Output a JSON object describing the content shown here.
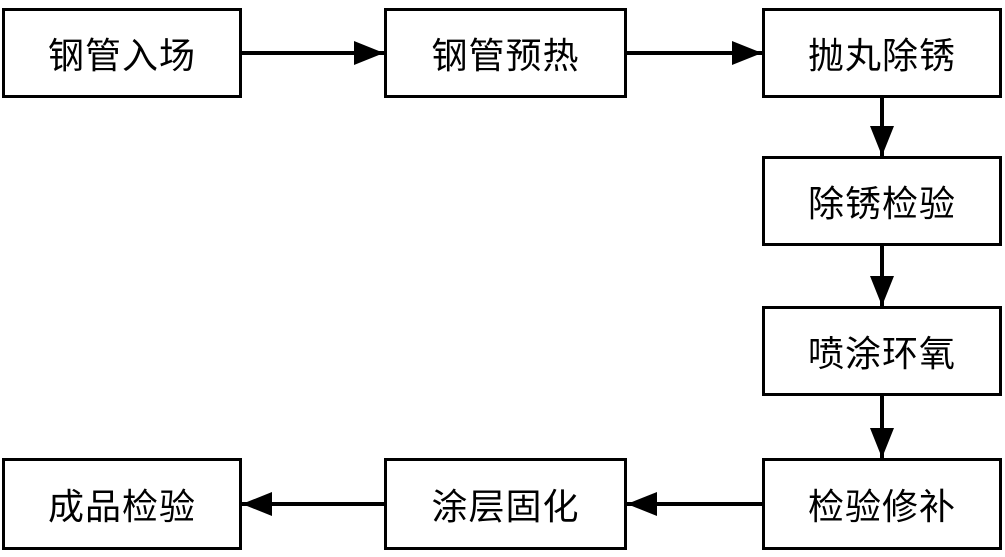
{
  "flowchart": {
    "background_color": "#ffffff",
    "box_border_color": "#000000",
    "text_color": "#000000",
    "arrow_color": "#000000",
    "nodes": [
      {
        "id": "pipe-entry",
        "label": "钢管入场"
      },
      {
        "id": "pipe-preheat",
        "label": "钢管预热"
      },
      {
        "id": "shot-blast-derust",
        "label": "抛丸除锈"
      },
      {
        "id": "derust-inspection",
        "label": "除锈检验"
      },
      {
        "id": "epoxy-spray",
        "label": "喷涂环氧"
      },
      {
        "id": "inspection-repair",
        "label": "检验修补"
      },
      {
        "id": "coating-curing",
        "label": "涂层固化"
      },
      {
        "id": "product-inspection",
        "label": "成品检验"
      }
    ],
    "edges": [
      {
        "from": "钢管入场",
        "to": "钢管预热",
        "direction": "right"
      },
      {
        "from": "钢管预热",
        "to": "抛丸除锈",
        "direction": "right"
      },
      {
        "from": "抛丸除锈",
        "to": "除锈检验",
        "direction": "down"
      },
      {
        "from": "除锈检验",
        "to": "喷涂环氧",
        "direction": "down"
      },
      {
        "from": "喷涂环氧",
        "to": "检验修补",
        "direction": "down"
      },
      {
        "from": "检验修补",
        "to": "涂层固化",
        "direction": "left"
      },
      {
        "from": "涂层固化",
        "to": "成品检验",
        "direction": "left"
      }
    ]
  }
}
